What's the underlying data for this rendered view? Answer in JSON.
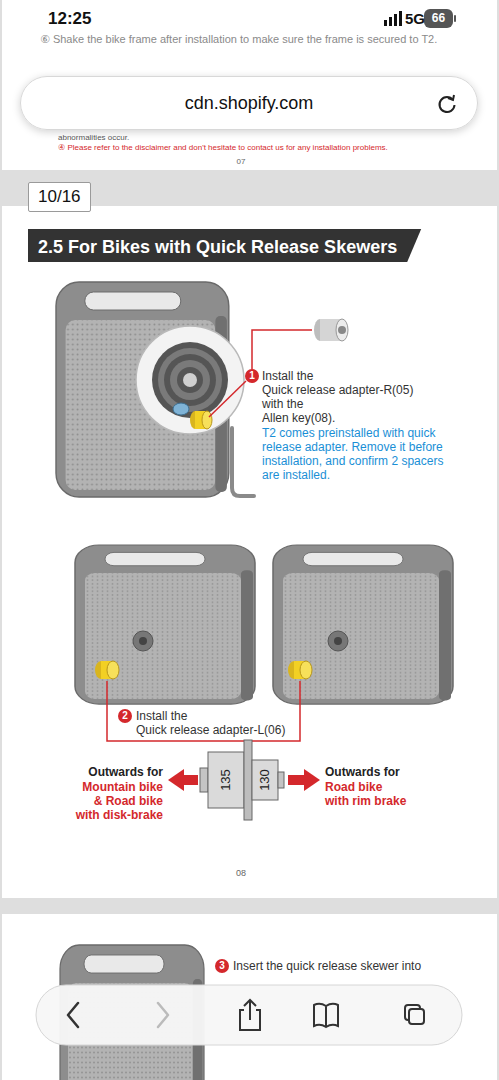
{
  "diagram": {
    "title": "2.5 For Bikes with Quick Release Skewers",
    "nodes": [
      {
        "text": [
          "cdn.shopify.com"
        ]
      },
      {
        "text": [
          "10/16"
        ]
      }
    ],
    "labels": [
      "12:25",
      "5G",
      "66",
      "⑥ Shake the bike frame after installation to make sure the frame is secured to T2.",
      "abnormalities occur.",
      "④ Please refer to the disclaimer and don't hesitate to contact us for any installation problems.",
      "07",
      "1",
      "Install the",
      "Quick release adapter-R(05)",
      "with the",
      "Allen key(08).",
      "T2 comes preinstalled with quick release adapter. Remove it before installation, and confirm 2 spacers are installed.",
      "2",
      "Install the",
      "Quick release adapter-L(06)",
      "Outwards for",
      "Mountain bike & Road bike with disk-brake",
      "135",
      "130",
      "Outwards for",
      "Road bike with rim brake",
      "08",
      "3",
      "Insert the quick release skewer into"
    ]
  }
}
